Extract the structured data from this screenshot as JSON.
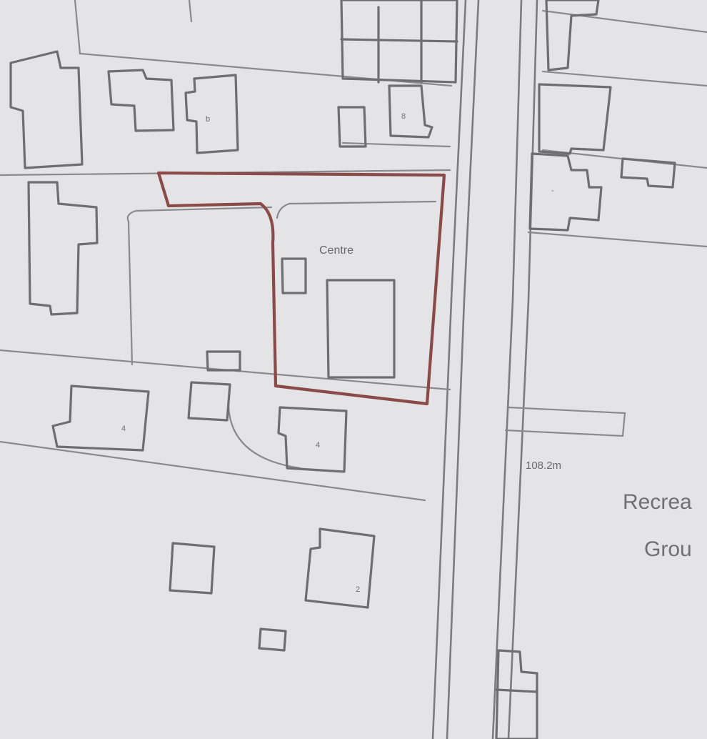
{
  "map": {
    "building_label": "Centre",
    "spot_height": "108.2m",
    "area_label_line1": "Recrea",
    "area_label_line2": "Grou"
  },
  "colors": {
    "paper": "#e4e4e6",
    "linework": "#6e6e72",
    "site_boundary": "#8a4a48"
  }
}
